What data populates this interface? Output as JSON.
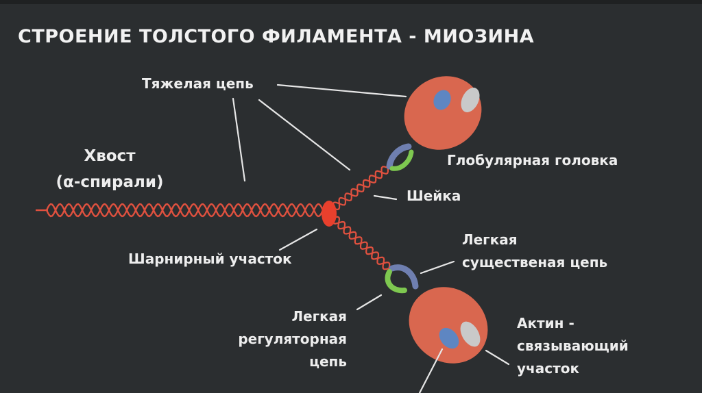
{
  "title": "СТРОЕНИЕ ТОЛСТОГО ФИЛАМЕНТА -  МИОЗИНА",
  "labels": {
    "heavy_chain": "Тяжелая цепь",
    "tail_line1": "Хвост",
    "tail_line2": "(α-спирали)",
    "globular_head": "Глобулярная головка",
    "neck": "Шейка",
    "hinge": "Шарнирный участок",
    "essential_light_line1": "Легкая",
    "essential_light_line2": "существеная цепь",
    "regulatory_light_line1": "Легкая",
    "regulatory_light_line2": "регуляторная",
    "regulatory_light_line3": "цепь",
    "actin_binding_line1": "Актин -",
    "actin_binding_line2": "связывающий",
    "actin_binding_line3": "участок"
  },
  "colors": {
    "background": "#2b2e30",
    "chain": "#e0513f",
    "head": "#d9674f",
    "hinge": "#e8402d",
    "regulatory_light_chain": "#7ec850",
    "essential_light_chain": "#6f7fb0",
    "head_spot_blue": "#5e86c2",
    "head_spot_gray": "#c9c9c9",
    "pointer": "#e6e6e6",
    "text": "#eeeeee"
  }
}
